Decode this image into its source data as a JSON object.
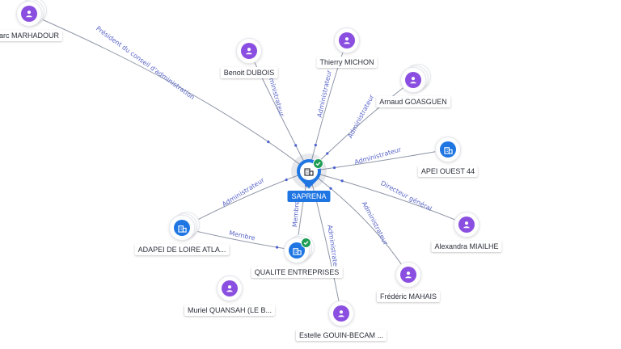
{
  "colors": {
    "person": "#8a4fe0",
    "company": "#1f76e3",
    "edge": "#8e96a6",
    "edge_label": "#5a66c8",
    "verified": "#1e9e55"
  },
  "center": {
    "name": "SAPRENA",
    "icon": "building-icon",
    "verified": true
  },
  "nodes": [
    {
      "id": "marc",
      "name": "arc MARHADOUR",
      "kind": "person",
      "stacked": true
    },
    {
      "id": "benoit",
      "name": "Benoit DUBOIS",
      "kind": "person",
      "stacked": false
    },
    {
      "id": "thierry",
      "name": "Thierry MICHON",
      "kind": "person",
      "stacked": false
    },
    {
      "id": "arnaud",
      "name": "Arnaud GOASGUEN",
      "kind": "person",
      "stacked": true
    },
    {
      "id": "apei",
      "name": "APEI OUEST 44",
      "kind": "company",
      "stacked": false
    },
    {
      "id": "alexandra",
      "name": "Alexandra MIAILHE",
      "kind": "person",
      "stacked": false
    },
    {
      "id": "frederic",
      "name": "Frédéric MAHAIS",
      "kind": "person",
      "stacked": false
    },
    {
      "id": "estelle",
      "name": "Estelle GOUIN-BECAM ...",
      "kind": "person",
      "stacked": false
    },
    {
      "id": "muriel",
      "name": "Muriel QUANSAH (LE B...",
      "kind": "person",
      "stacked": false
    },
    {
      "id": "qualite",
      "name": "QUALITE ENTREPRISES",
      "kind": "company",
      "stacked": true,
      "verified": true
    },
    {
      "id": "adapei",
      "name": "ADAPEI DE LOIRE ATLA...",
      "kind": "company",
      "stacked": true
    }
  ],
  "edges": [
    {
      "from": "marc",
      "to": "center",
      "label": "Président du conseil d'administration"
    },
    {
      "from": "benoit",
      "to": "center",
      "label": "Administrateur"
    },
    {
      "from": "thierry",
      "to": "center",
      "label": "Administrateur"
    },
    {
      "from": "arnaud",
      "to": "center",
      "label": "Administrateur"
    },
    {
      "from": "apei",
      "to": "center",
      "label": "Administrateur"
    },
    {
      "from": "alexandra",
      "to": "center",
      "label": "Directeur général"
    },
    {
      "from": "frederic",
      "to": "center",
      "label": "Administrateur"
    },
    {
      "from": "estelle",
      "to": "center",
      "label": "Administrateur"
    },
    {
      "from": "qualite",
      "to": "center",
      "label": "Membre"
    },
    {
      "from": "adapei",
      "to": "center",
      "label": "Administrateur"
    },
    {
      "from": "adapei",
      "to": "qualite",
      "label": "Membre"
    }
  ]
}
